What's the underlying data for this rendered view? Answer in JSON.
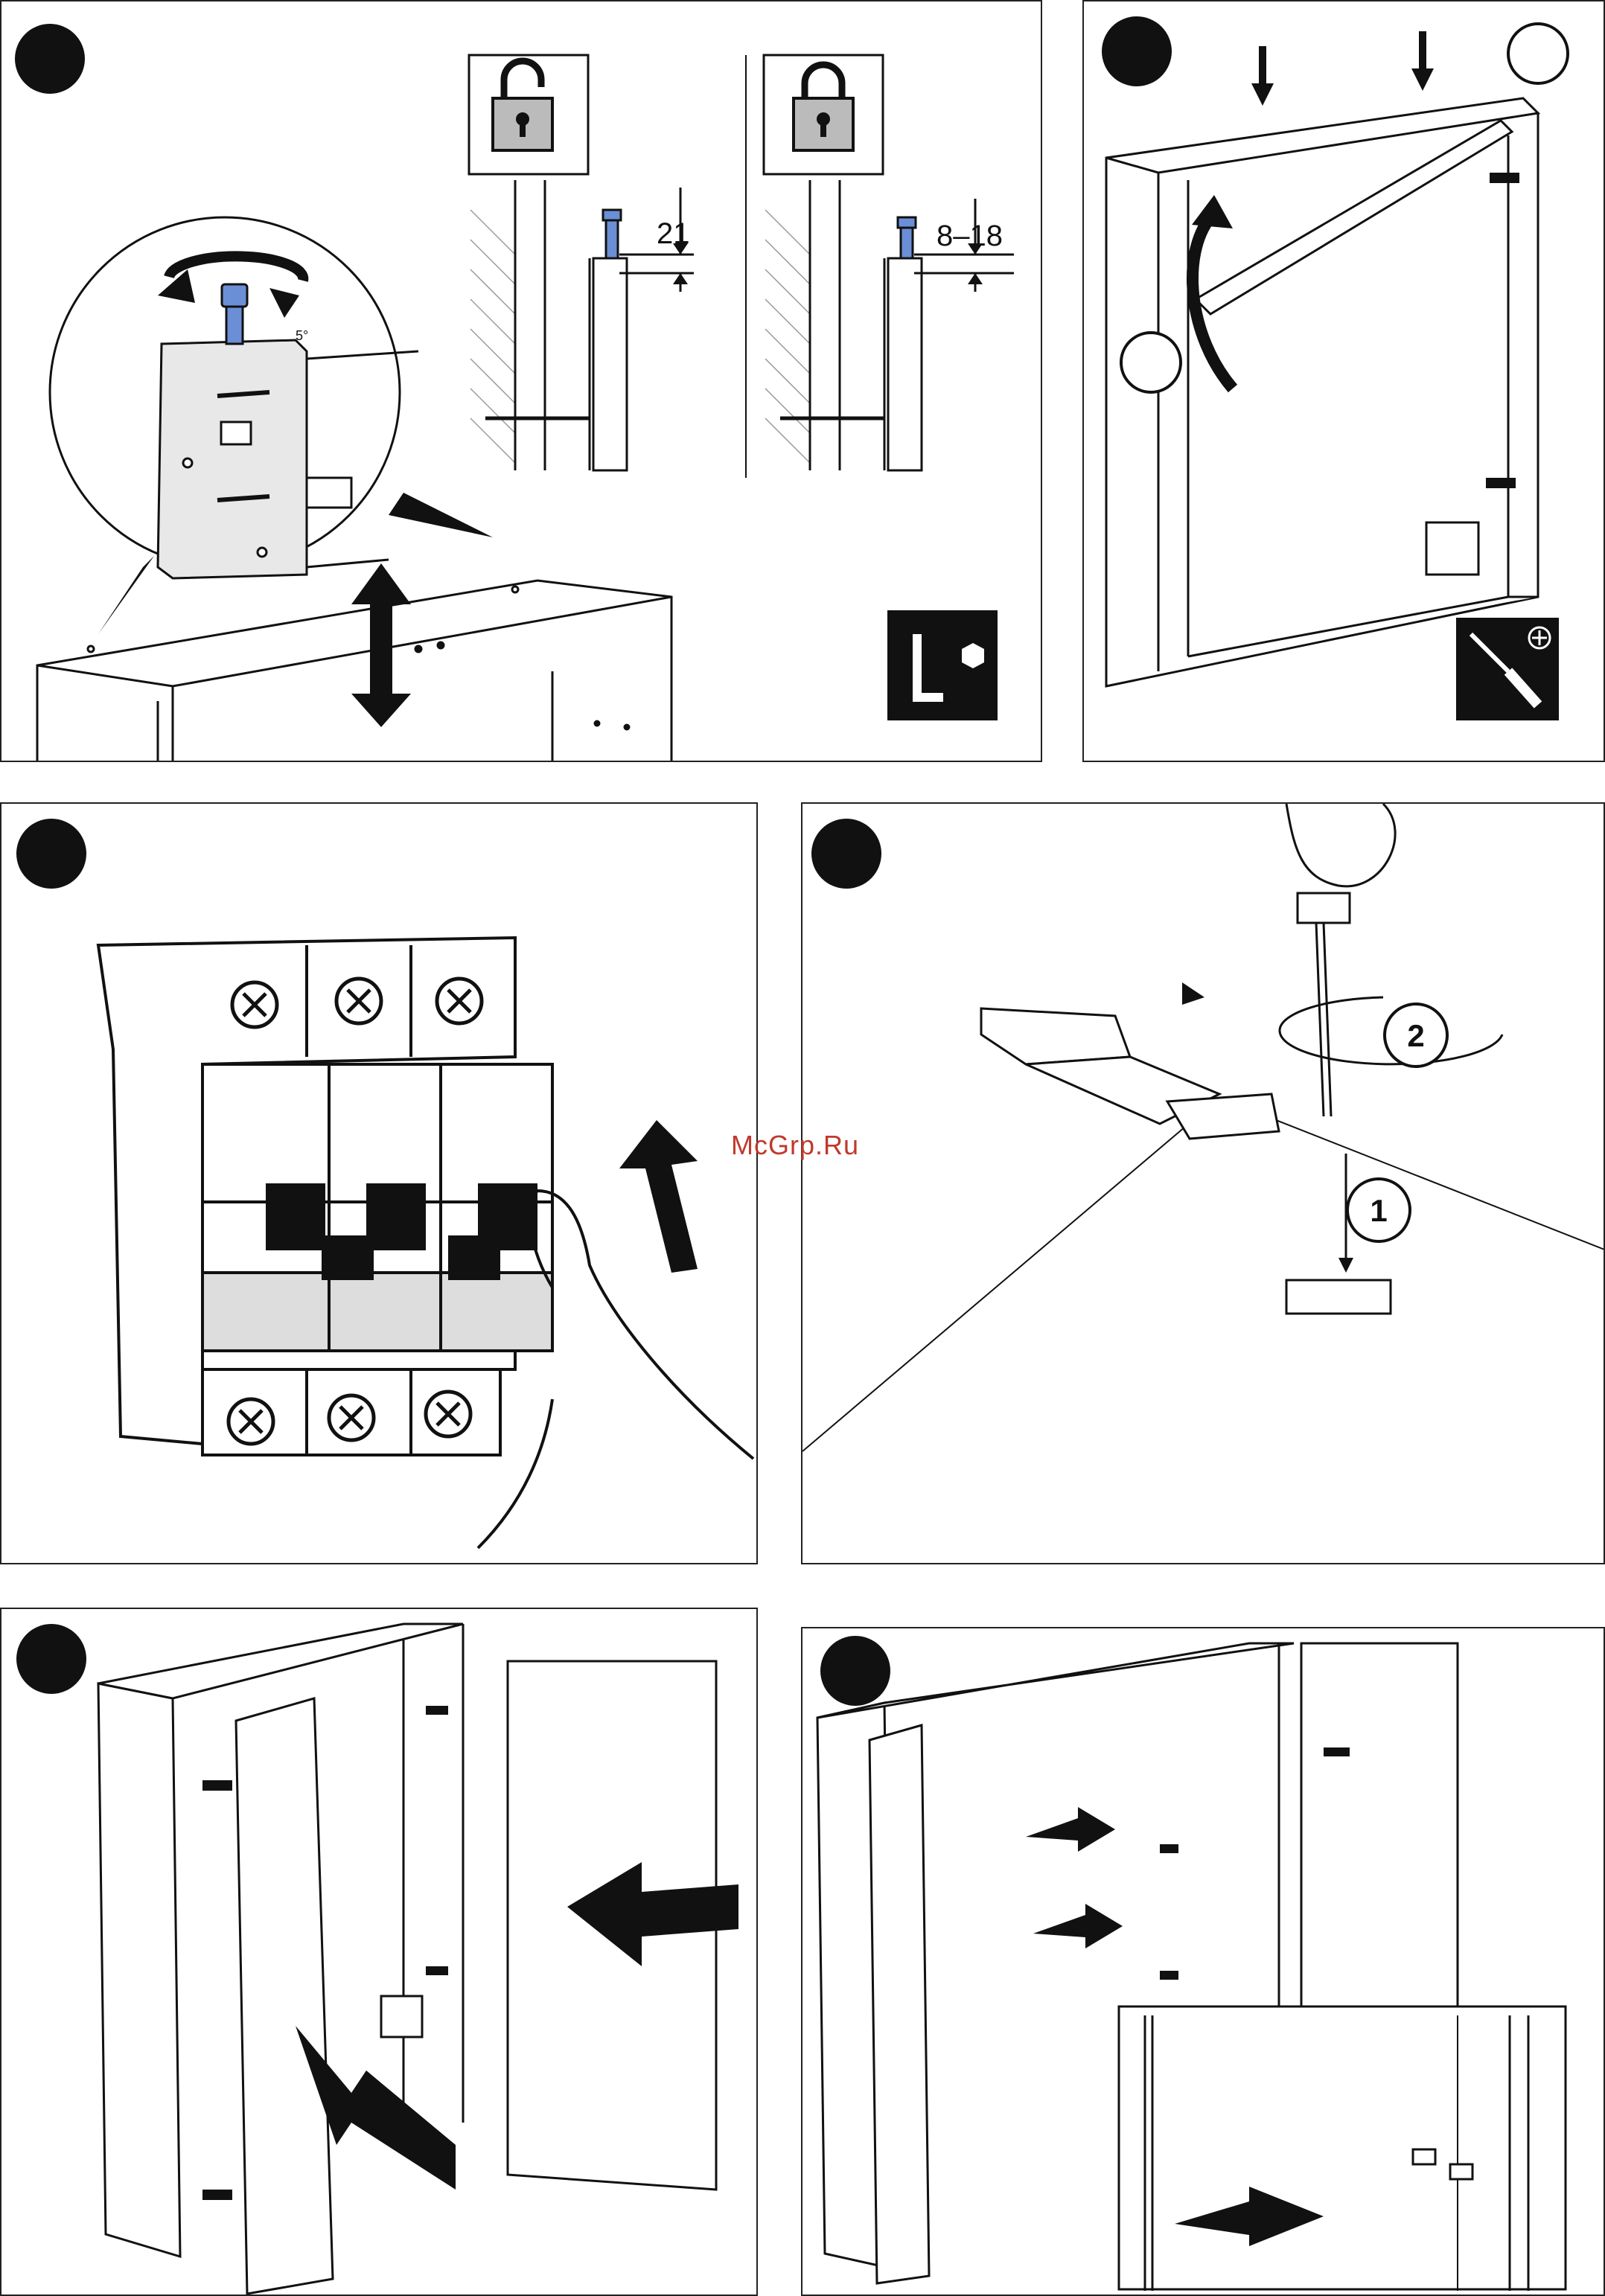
{
  "panel1": {
    "dim_open": "21",
    "dim_locked": "8–18",
    "angle_label": "5°"
  },
  "panel4": {
    "step1": "1",
    "step2": "2"
  },
  "watermark": "McGrp.Ru",
  "colors": {
    "ink": "#111111",
    "screw_blue": "#6b8fd6",
    "gray_fill": "#d8d8d8",
    "watermark": "#c0392b"
  },
  "icons": [
    "hex-key-icon",
    "phillips-screwdriver-icon",
    "padlock-open-icon",
    "padlock-closed-icon"
  ]
}
